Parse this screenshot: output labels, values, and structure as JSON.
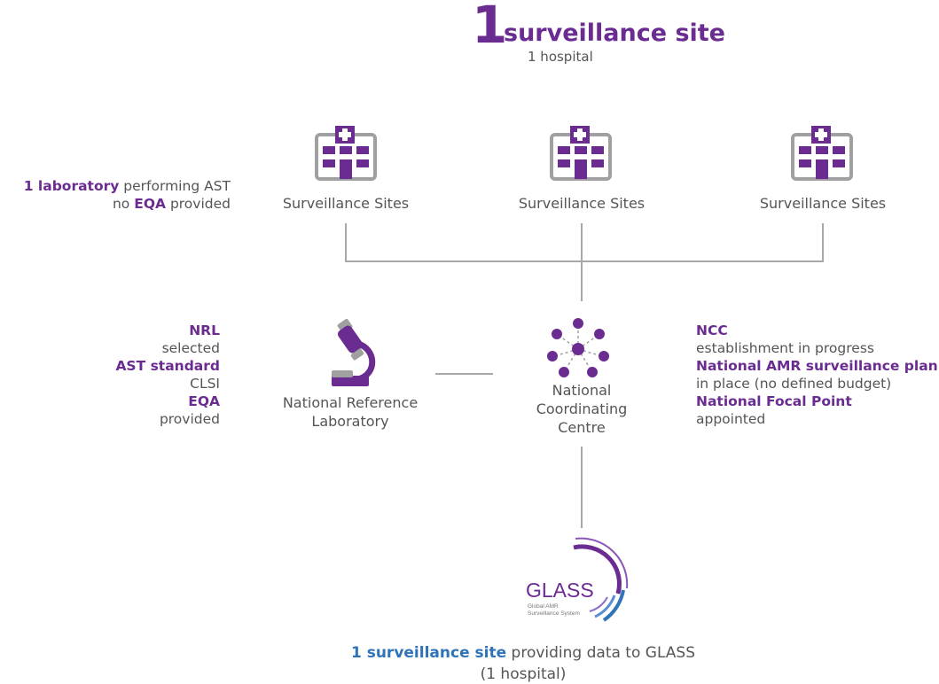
{
  "header": {
    "count": "1",
    "title": "surveillance site",
    "subtitle": "1 hospital"
  },
  "sites": [
    {
      "label": "Surveillance Sites",
      "icon": "hospital-icon"
    },
    {
      "label": "Surveillance Sites",
      "icon": "hospital-icon"
    },
    {
      "label": "Surveillance Sites",
      "icon": "hospital-icon"
    }
  ],
  "lab_note": {
    "highlight": "1 laboratory",
    "text": "performing AST",
    "prefix2": "no",
    "highlight2": "EQA",
    "suffix2": "provided"
  },
  "nrl_notes": {
    "nrl_title": "NRL",
    "nrl_value": "selected",
    "ast_title": "AST standard",
    "ast_value": "CLSI",
    "eqa_title": "EQA",
    "eqa_value": "provided"
  },
  "nrl": {
    "label_line1": "National Reference",
    "label_line2": "Laboratory",
    "icon": "microscope-icon"
  },
  "ncc": {
    "label_line1": "National",
    "label_line2": "Coordinating",
    "label_line3": "Centre",
    "icon": "network-icon"
  },
  "ncc_notes": {
    "ncc_title": "NCC",
    "ncc_value": "establishment in progress",
    "plan_title": "National AMR surveillance plan",
    "plan_value": "in place (no defined budget)",
    "focal_title": "National Focal Point",
    "focal_value": "appointed"
  },
  "glass": {
    "logo_text": "GLASS",
    "tagline1": "Global AMR",
    "tagline2": "Surveillance System"
  },
  "footer": {
    "highlight": "1 surveillance site",
    "text": "providing data to GLASS",
    "line2": "(1 hospital)"
  },
  "colors": {
    "purple": "#6b2c91",
    "blue": "#2f73b8",
    "gray_icon": "#a0a0a0",
    "line": "#a8a8a8"
  }
}
